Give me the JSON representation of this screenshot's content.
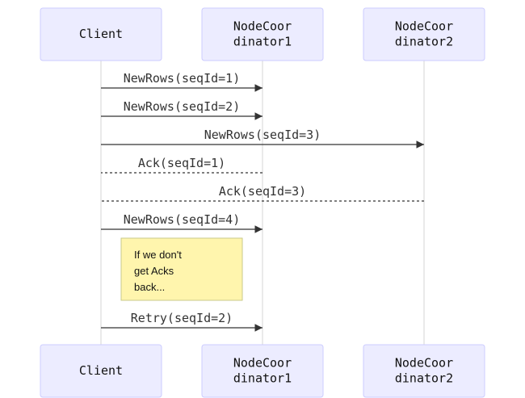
{
  "participants": [
    {
      "id": "client",
      "label_lines": [
        "Client"
      ]
    },
    {
      "id": "nc1",
      "label_lines": [
        "NodeCoor",
        "dinator1"
      ]
    },
    {
      "id": "nc2",
      "label_lines": [
        "NodeCoor",
        "dinator2"
      ]
    }
  ],
  "messages": [
    {
      "from": "client",
      "to": "nc1",
      "label": "NewRows(seqId=1)",
      "style": "solid"
    },
    {
      "from": "client",
      "to": "nc1",
      "label": "NewRows(seqId=2)",
      "style": "solid"
    },
    {
      "from": "client",
      "to": "nc2",
      "label": "NewRows(seqId=3)",
      "style": "solid"
    },
    {
      "from": "nc1",
      "to": "client",
      "label": "Ack(seqId=1)",
      "style": "dashed"
    },
    {
      "from": "nc2",
      "to": "client",
      "label": "Ack(seqId=3)",
      "style": "dashed"
    },
    {
      "from": "client",
      "to": "nc1",
      "label": "NewRows(seqId=4)",
      "style": "solid"
    },
    {
      "from": "client",
      "to": "nc1",
      "label": "Retry(seqId=2)",
      "style": "solid"
    }
  ],
  "note": {
    "over": "client-nc1",
    "lines": [
      "If we don't",
      "get Acks",
      "back..."
    ]
  },
  "colors": {
    "actor_fill": "#ececff",
    "actor_stroke": "#ccccff",
    "note_fill": "#fff5ad",
    "note_stroke": "#c9c98a",
    "line": "#333333"
  }
}
